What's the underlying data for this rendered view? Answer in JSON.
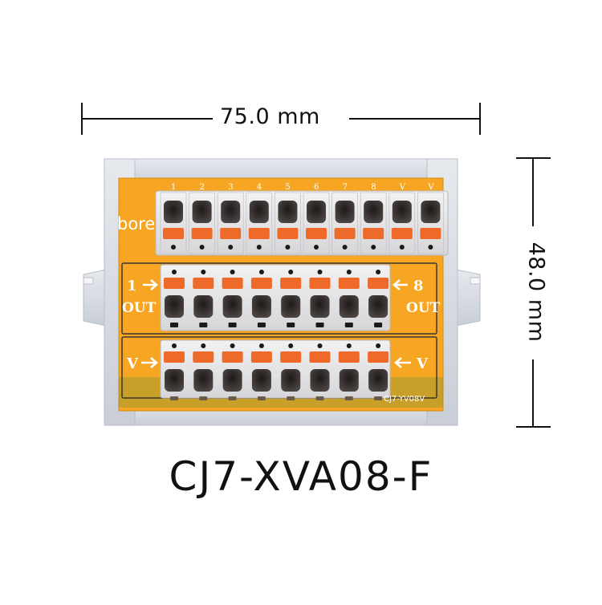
{
  "dimensions": {
    "width_label": "75.0 mm",
    "height_label": "48.0 mm"
  },
  "product": {
    "model": "CJ7-XVA08-F",
    "pcb_silkscreen": "CJ7-YV08V",
    "brand_fragment": "bore"
  },
  "top_block": {
    "pin_labels": [
      "1",
      "2",
      "3",
      "4",
      "5",
      "6",
      "7",
      "8",
      "V",
      "V"
    ]
  },
  "middle_block": {
    "left_label": "1",
    "left_sublabel": "OUT",
    "right_label": "8",
    "right_sublabel": "OUT"
  },
  "bottom_block": {
    "left_label": "V",
    "right_label": "V"
  },
  "colors": {
    "pcb": "#f6a623",
    "rail": "#d9dde4",
    "terminal_body": "#e7e7e9",
    "lever": "#ee6a2b",
    "hole": "#3a3432",
    "label_bg": "#3a3432"
  }
}
